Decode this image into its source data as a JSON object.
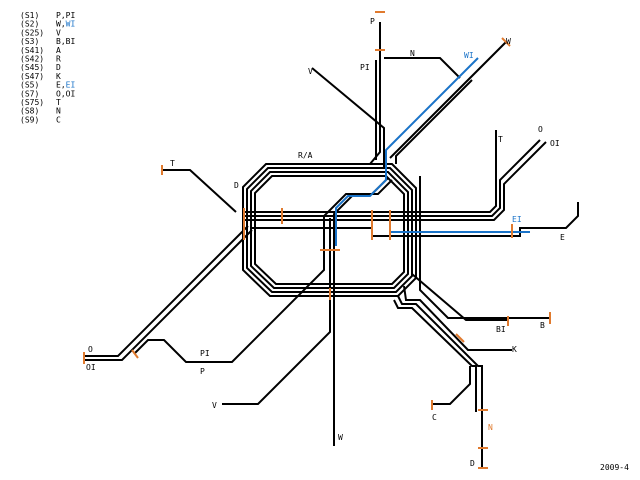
{
  "colors": {
    "line": "#000000",
    "highlight": "#1a73c8",
    "tick": "#e07a2e",
    "background": "#ffffff"
  },
  "legend": [
    {
      "code": "(S1)",
      "black": "P,PI",
      "blue": ""
    },
    {
      "code": "(S2)",
      "black": "W,",
      "blue": "WI"
    },
    {
      "code": "(S25)",
      "black": "V",
      "blue": ""
    },
    {
      "code": "(S3)",
      "black": "B,BI",
      "blue": ""
    },
    {
      "code": "(S41)",
      "black": "A",
      "blue": ""
    },
    {
      "code": "(S42)",
      "black": "R",
      "blue": ""
    },
    {
      "code": "(S45)",
      "black": "D",
      "blue": ""
    },
    {
      "code": "(S47)",
      "black": "K",
      "blue": ""
    },
    {
      "code": "(S5)",
      "black": "E,",
      "blue": "EI"
    },
    {
      "code": "(S7)",
      "black": "O,OI",
      "blue": ""
    },
    {
      "code": "(S75)",
      "black": "T",
      "blue": ""
    },
    {
      "code": "(S8)",
      "black": "N",
      "blue": ""
    },
    {
      "code": "(S9)",
      "black": "C",
      "blue": ""
    }
  ],
  "labels": {
    "p": "P",
    "pi": "PI",
    "n": "N",
    "wi": "WI",
    "w_top": "W",
    "v_top": "V",
    "t_right": "T",
    "o_right": "O",
    "oi_right": "OI",
    "t_left": "T",
    "ring": "R/A",
    "d_left": "D",
    "ei": "EI",
    "e": "E",
    "bi": "BI",
    "b": "B",
    "k": "K",
    "o_left": "O",
    "oi_left": "OI",
    "pi_left": "PI",
    "p_left": "P",
    "v_bottom": "V",
    "c": "C",
    "n_vertical": "N",
    "d_bottom": "D",
    "w_bottom": "W"
  },
  "footer": {
    "date": "2009-4"
  }
}
